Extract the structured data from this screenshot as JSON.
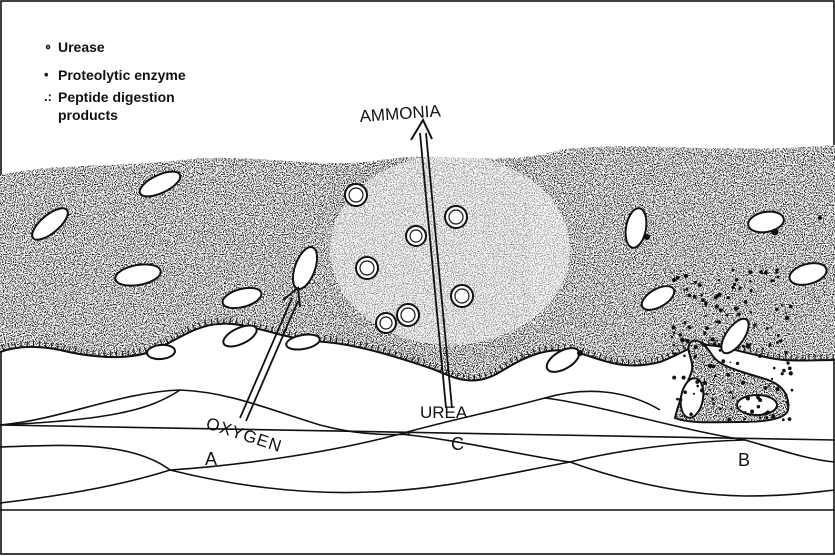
{
  "legend": {
    "items": [
      {
        "symbol": "∘",
        "label": "Urease"
      },
      {
        "symbol": "•",
        "label": "Proteolytic  enzyme"
      },
      {
        "symbol": ".:",
        "label": "Peptide digestion\nproducts"
      }
    ]
  },
  "labels": {
    "ammonia": "AMMONIA",
    "urea": "UREA",
    "oxygen": "OXYGEN",
    "a": "A",
    "b": "B",
    "c": "C"
  },
  "colors": {
    "ink": "#111111",
    "background": "#ffffff"
  }
}
